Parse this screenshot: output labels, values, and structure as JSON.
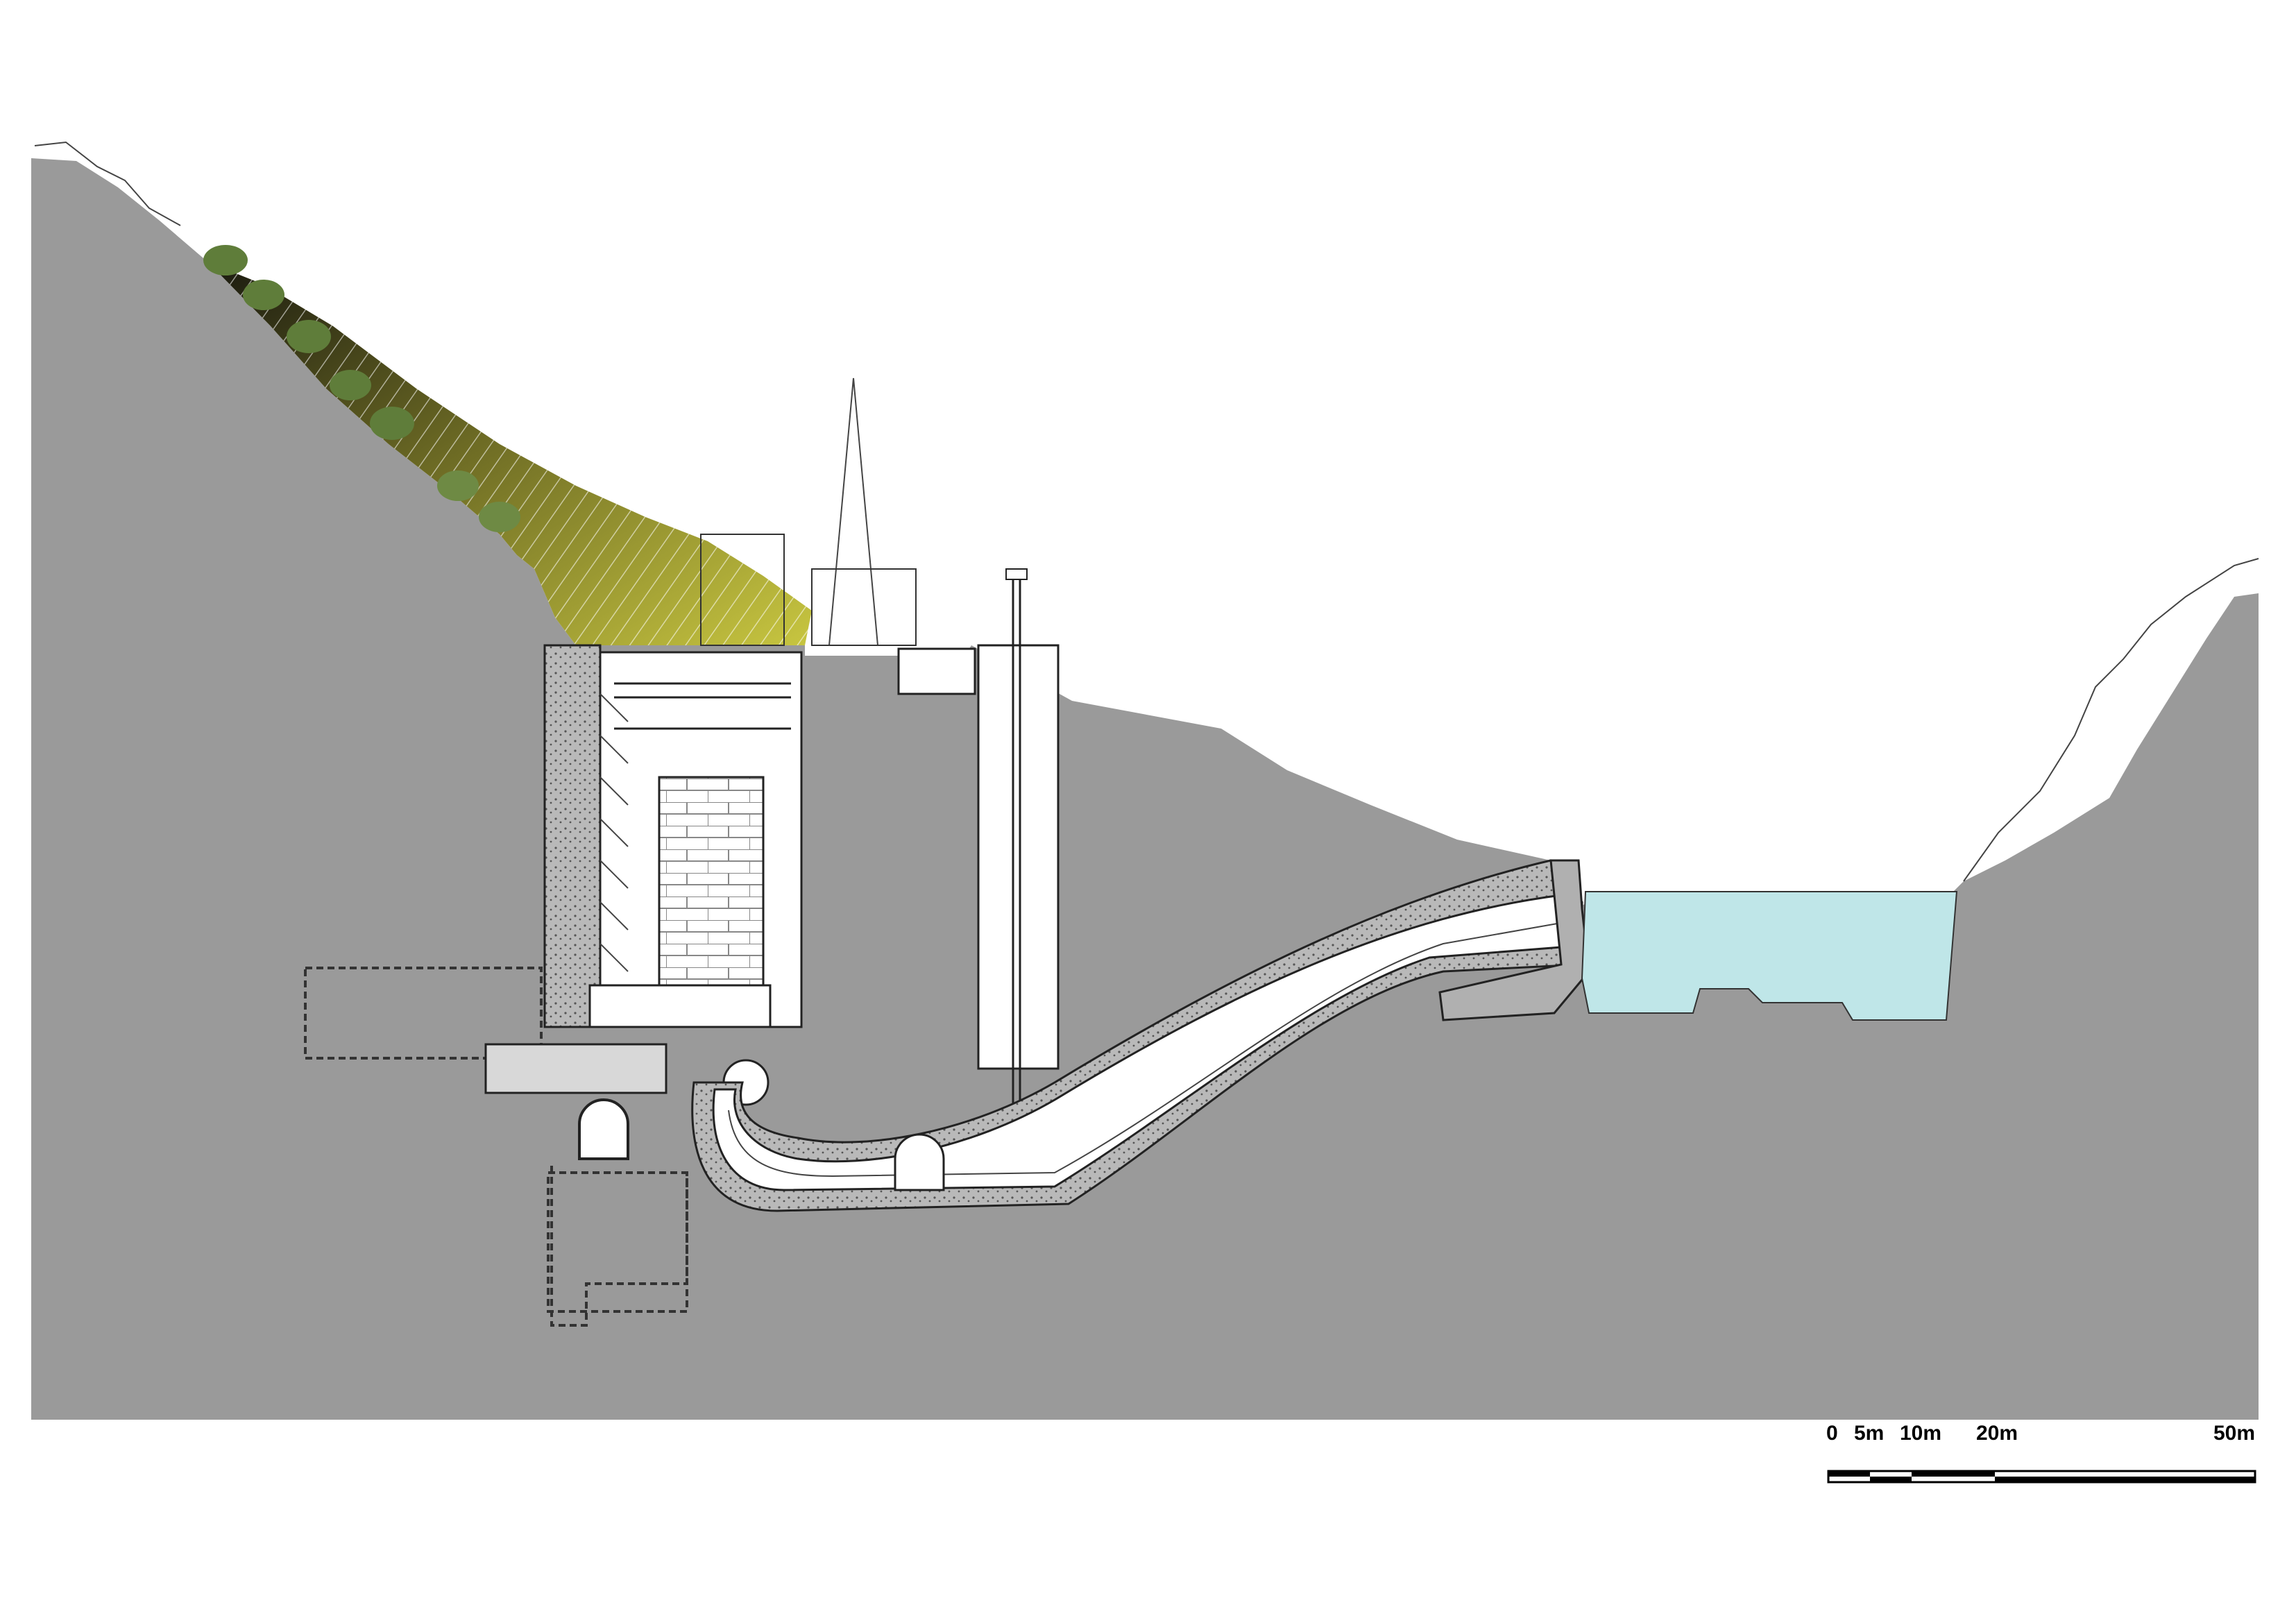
{
  "colors": {
    "rock": "#9a9a9a",
    "water": "#bfe6e8",
    "vegetation": "#a9a838",
    "concrete": "#c8c8c8",
    "line": "#222222",
    "tree": "#5f7d3a"
  },
  "scale_bar": {
    "unit": "m",
    "labels": [
      "0",
      "5m",
      "10m",
      "20m",
      "50m"
    ],
    "values": [
      0,
      5,
      10,
      20,
      50
    ]
  }
}
